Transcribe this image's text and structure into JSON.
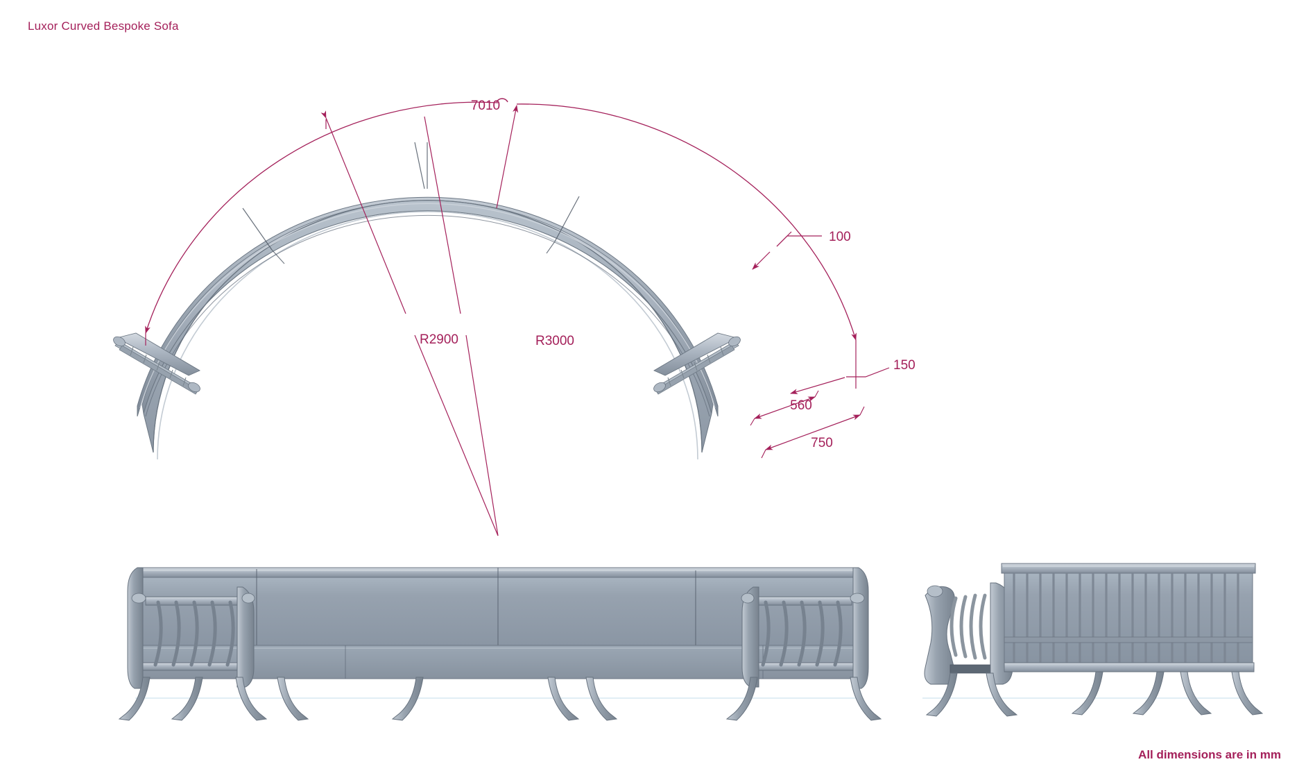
{
  "document": {
    "title": "Luxor Curved Bespoke Sofa",
    "footer_note": "All dimensions are in mm",
    "units": "mm",
    "accent_color": "#a4205a",
    "model_color": "#99a4b0",
    "background_color": "#ffffff"
  },
  "views": {
    "plan": {
      "name": "plan-isometric-view",
      "segment_count": 5
    },
    "front_elevation": {
      "name": "front-elevation-view"
    },
    "rear_elevation": {
      "name": "rear-elevation-view"
    }
  },
  "dimensions": {
    "arc_length": {
      "label": "7010",
      "symbol": "arc",
      "type": "arc-length"
    },
    "inner_radius": {
      "label": "R2900",
      "type": "radius"
    },
    "outer_radius": {
      "label": "R3000",
      "type": "radius"
    },
    "back_thickness": {
      "label": "100",
      "type": "linear"
    },
    "arm_detail": {
      "label": "150",
      "type": "linear"
    },
    "seat_depth": {
      "label": "560",
      "type": "linear"
    },
    "overall_depth": {
      "label": "750",
      "type": "linear"
    }
  }
}
